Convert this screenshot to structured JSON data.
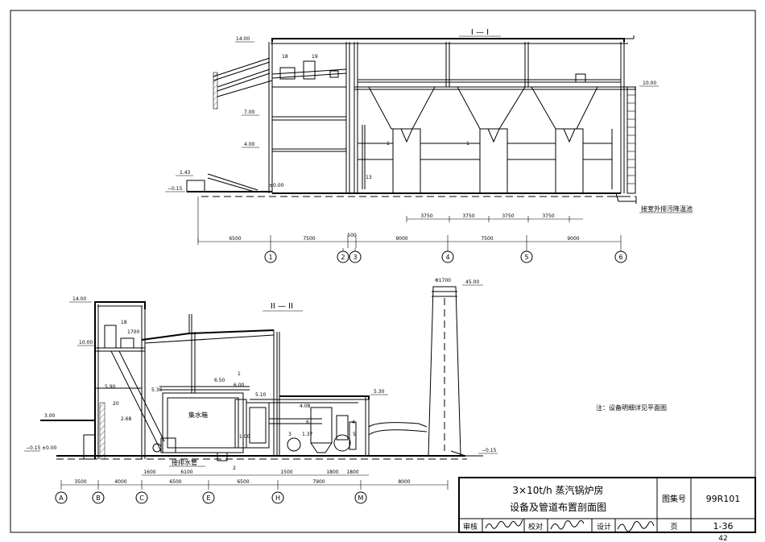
{
  "section1": {
    "title": "I — I",
    "levels": {
      "l14": "14.00",
      "l10": "10.00",
      "l7": "7.00",
      "l4": "4.00",
      "l143": "1.43",
      "lm015": "−0.15",
      "l0": "±0.00"
    },
    "equip_labels": {
      "e18": "18",
      "e19": "19",
      "e13": "13",
      "e1a": "1",
      "e1b": "1"
    },
    "drain_note": "接室外排污降温池",
    "dims_top": [
      "3750",
      "3750",
      "3750",
      "3750"
    ],
    "dims_bottom": [
      "6500",
      "7500",
      "500",
      "9000",
      "7500",
      "9000"
    ],
    "axes": [
      "1",
      "2",
      "3",
      "4",
      "5",
      "6"
    ]
  },
  "section2": {
    "title": "II — II",
    "levels": {
      "l14": "14.00",
      "l10": "10.00",
      "l590": "5.90",
      "l530": "5.30",
      "l300": "3.00",
      "lm015": "−0.15",
      "l0": "±0.00",
      "l268": "2.68",
      "l650": "6.50",
      "l600": "6.00",
      "l510": "5.10",
      "l408": "4.08",
      "l530b": "5.30",
      "l137": "1.37",
      "l100": "1.00",
      "lm015r": "−0.15",
      "l4500": "45.00"
    },
    "equip_labels": {
      "e18": "18",
      "e1700": "1700",
      "e20": "20",
      "e1": "1",
      "e6": "6",
      "e3": "3",
      "e4": "4",
      "e5": "5",
      "e2": "2",
      "chimney": "Φ1700"
    },
    "tank_label": "集水箱",
    "pipe_label": "接排水管",
    "dims_top": [
      "1600",
      "6100",
      "1500",
      "1800",
      "1800"
    ],
    "dims_bottom": [
      "3500",
      "4000",
      "6500",
      "6500",
      "7900",
      "8000"
    ],
    "axes": [
      "A",
      "B",
      "C",
      "E",
      "H",
      "M"
    ]
  },
  "note": "注：设备明细详见平面图",
  "title_block": {
    "title_line1": "3×10t/h 蒸汽锅炉房",
    "title_line2": "设备及管道布置剖面图",
    "atlas_label": "图集号",
    "atlas_no": "99R101",
    "review_label": "审核",
    "check_label": "校对",
    "design_label": "设计",
    "page_label": "页",
    "page_no": "1-36"
  },
  "sheet_no": "42"
}
